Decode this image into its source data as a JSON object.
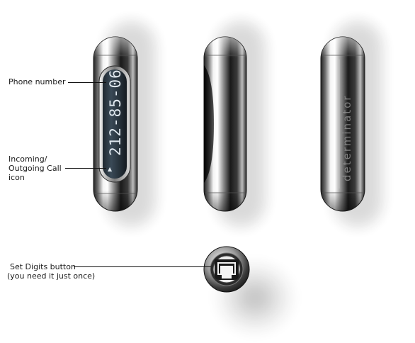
{
  "callouts": {
    "phone_number": "Phone number",
    "call_icon_line1": "Incoming/",
    "call_icon_line2": "Outgoing Call",
    "call_icon_line3": "icon",
    "set_digits_line1": "Set Digits button",
    "set_digits_line2": "(you need it just once)"
  },
  "display": {
    "phone_number": "212-85-06",
    "call_direction_glyph": "▲"
  },
  "branding": {
    "engraved_text": "determinator"
  },
  "colors": {
    "chrome_dark": "#1c1c1c",
    "chrome_light": "#ffffff",
    "display_glass": "#2e3a44",
    "display_text": "#dfe7ee"
  },
  "icons": {
    "call_direction": "call-direction-triangle-icon",
    "set_digits": "phone-jack-icon"
  }
}
